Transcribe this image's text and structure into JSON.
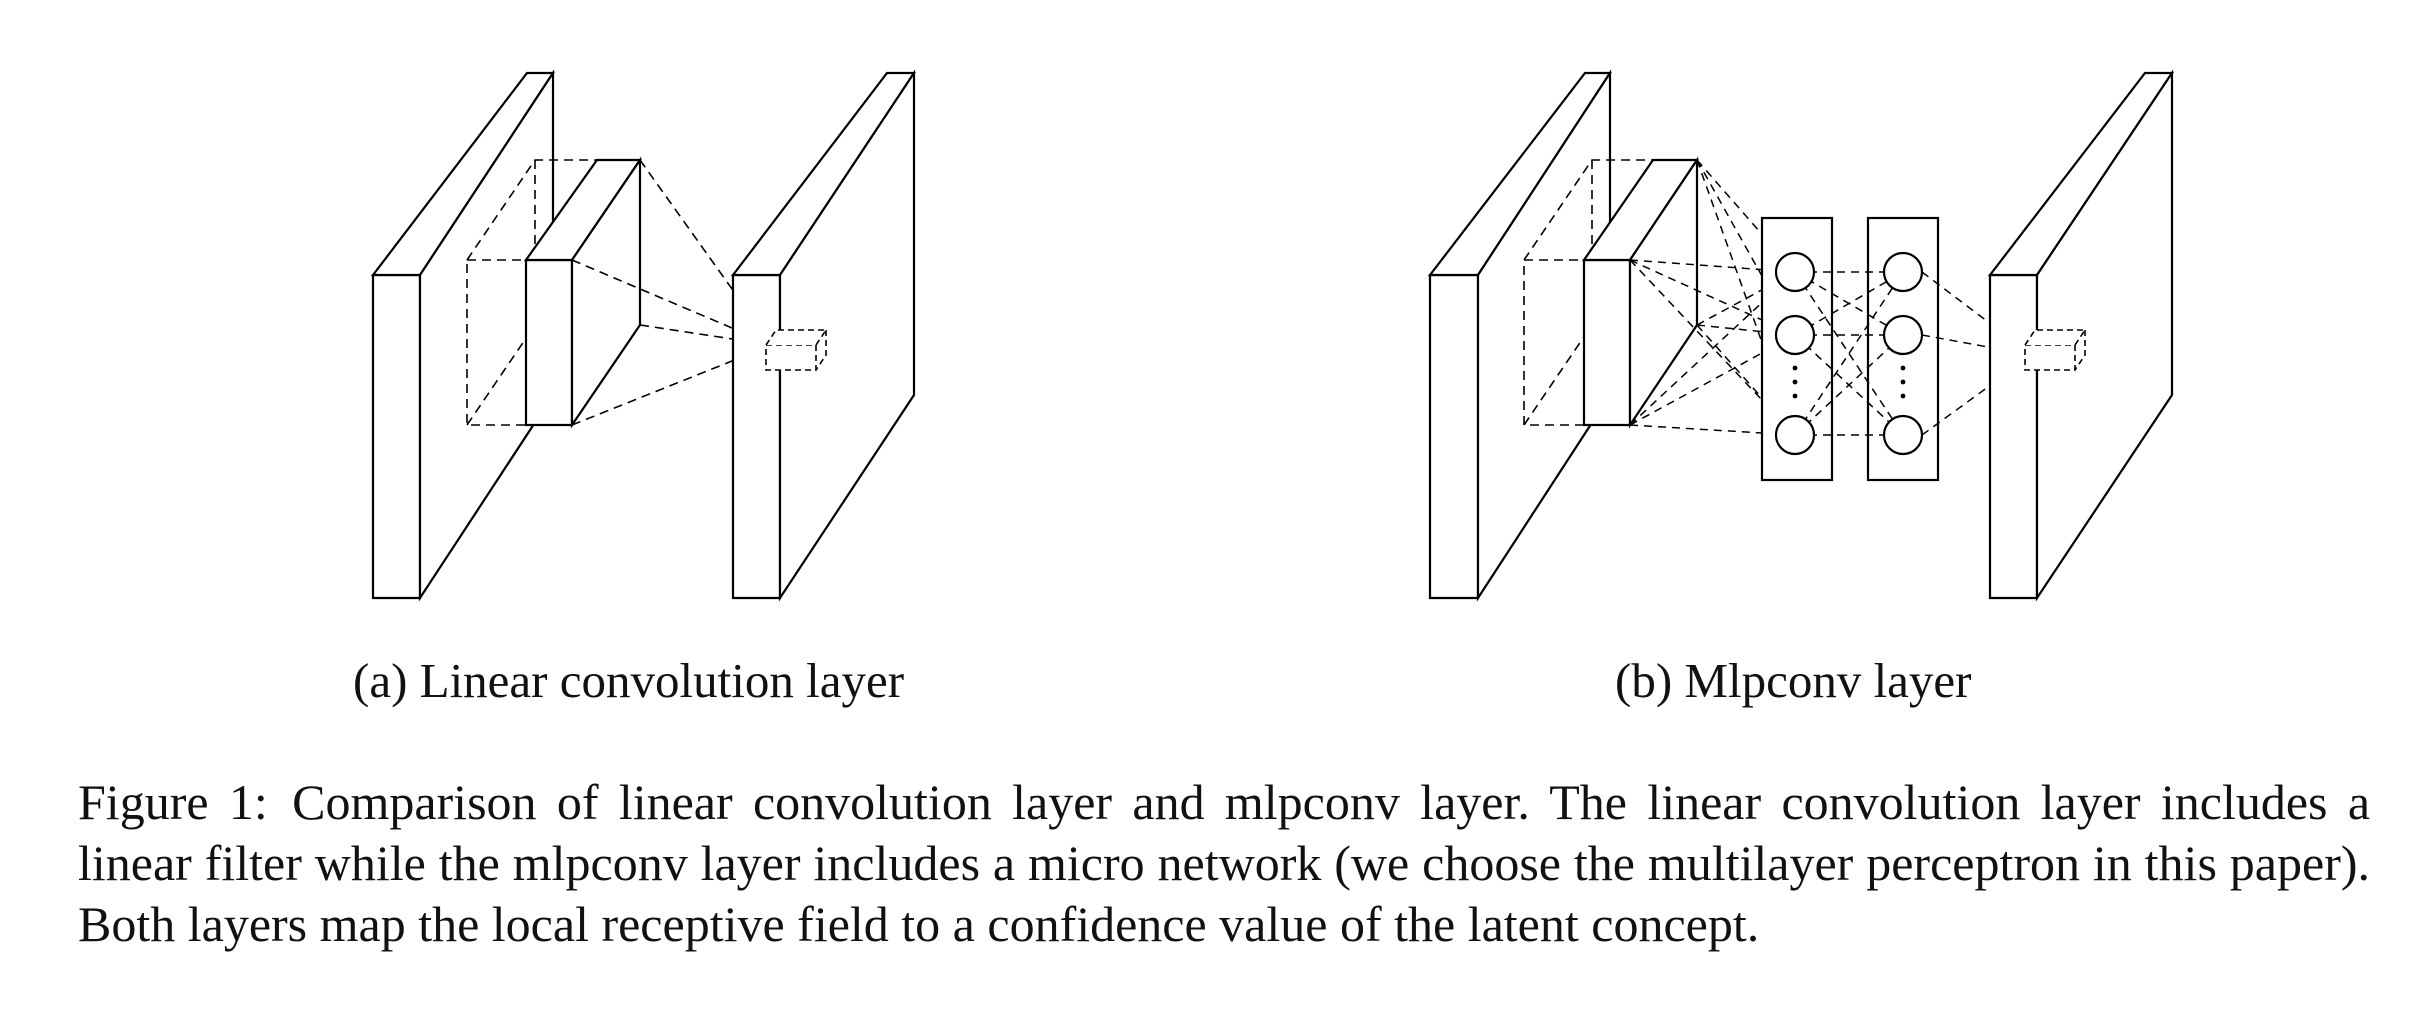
{
  "figure": {
    "panels": [
      {
        "id": "a",
        "caption": "(a) Linear convolution layer"
      },
      {
        "id": "b",
        "caption": "(b) Mlpconv layer"
      }
    ],
    "caption_label": "Figure 1:",
    "caption_text": "Comparison of linear convolution layer and mlpconv layer. The linear convolution layer includes a linear filter while the mlpconv layer includes a micro network (we choose the multilayer perceptron in this paper). Both layers map the local receptive field to a confidence value of the latent concept."
  }
}
